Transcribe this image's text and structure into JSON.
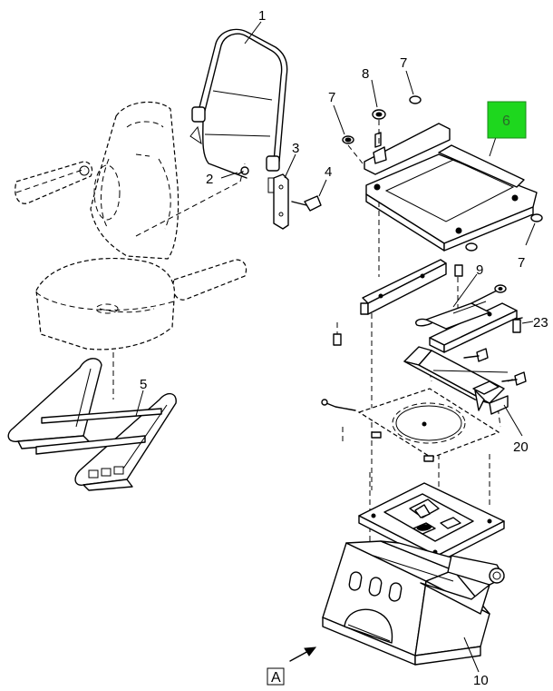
{
  "labels": {
    "p1": "1",
    "p2": "2",
    "p3": "3",
    "p4": "4",
    "p5": "5",
    "p6": "6",
    "p7a": "7",
    "p7b": "7",
    "p7c": "7",
    "p8": "8",
    "p9": "9",
    "p10": "10",
    "p20": "20",
    "p23": "23",
    "view": "A"
  },
  "colors": {
    "highlight": "#1ed71e",
    "line": "#000000"
  }
}
